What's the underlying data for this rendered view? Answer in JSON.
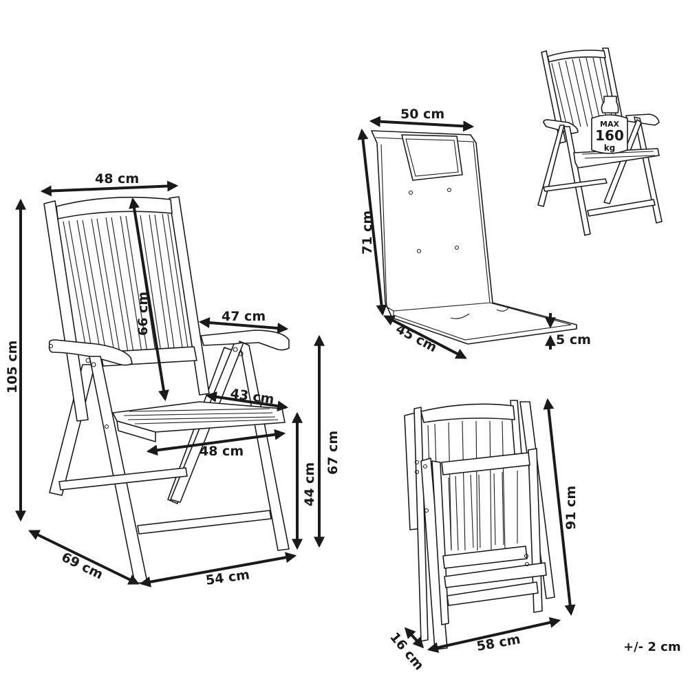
{
  "diagram": {
    "type": "product-dimension-drawing",
    "subject": "folding reclining garden chair with cushion",
    "main_chair": {
      "dimensions": {
        "backrest_width": "48 cm",
        "total_height": "105 cm",
        "backrest_height": "66 cm",
        "armrest_length": "47 cm",
        "seat_depth": "43 cm",
        "seat_width": "48 cm",
        "armrest_height": "67 cm",
        "seat_height": "44 cm",
        "depth": "69 cm",
        "width": "54 cm"
      }
    },
    "cushion": {
      "dimensions": {
        "width": "50 cm",
        "length": "71 cm",
        "seat_depth": "45 cm",
        "thickness": "5 cm"
      }
    },
    "load_badge": {
      "line1": "MAX",
      "line2": "160",
      "line3": "kg"
    },
    "folded_chair": {
      "dimensions": {
        "height": "91 cm",
        "width": "58 cm",
        "thickness": "16 cm"
      }
    },
    "tolerance": "+/- 2 cm"
  }
}
